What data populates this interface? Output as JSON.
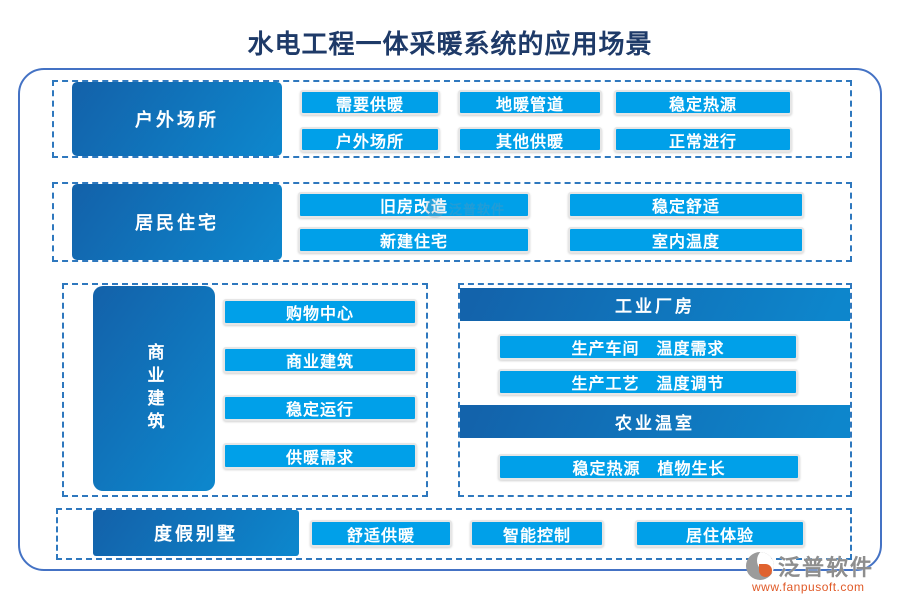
{
  "title": "水电工程一体采暖系统的应用场景",
  "sections": {
    "outdoor": {
      "header": "户外场所",
      "chips": [
        "需要供暖",
        "地暖管道",
        "稳定热源",
        "户外场所",
        "其他供暖",
        "正常进行"
      ]
    },
    "residential": {
      "header": "居民住宅",
      "chips": [
        "旧房改造",
        "稳定舒适",
        "新建住宅",
        "室内温度"
      ]
    },
    "commercial": {
      "header": "商业建筑",
      "chips": [
        "购物中心",
        "商业建筑",
        "稳定运行",
        "供暖需求"
      ]
    },
    "industrial": {
      "header": "工业厂房",
      "chips": [
        "生产车间　温度需求",
        "生产工艺　温度调节"
      ]
    },
    "greenhouse": {
      "header": "农业温室",
      "chips": [
        "稳定热源　植物生长"
      ]
    },
    "villa": {
      "header": "度假别墅",
      "chips": [
        "舒适供暖",
        "智能控制",
        "居住体验"
      ]
    }
  },
  "watermark": {
    "text": "泛普软件"
  },
  "logo": {
    "brand": "泛普软件",
    "website": "www.fanpusoft.com"
  },
  "colors": {
    "chip_blue": "#00A0E9",
    "header_gradient_start": "#1363AB",
    "header_gradient_end": "#0D86CC",
    "dashed_border": "#2E78BE",
    "frame_border": "#4472C4",
    "title_navy": "#1E3A68",
    "logo_gray": "#8E8E8E",
    "logo_url_orange": "#E05A28"
  }
}
